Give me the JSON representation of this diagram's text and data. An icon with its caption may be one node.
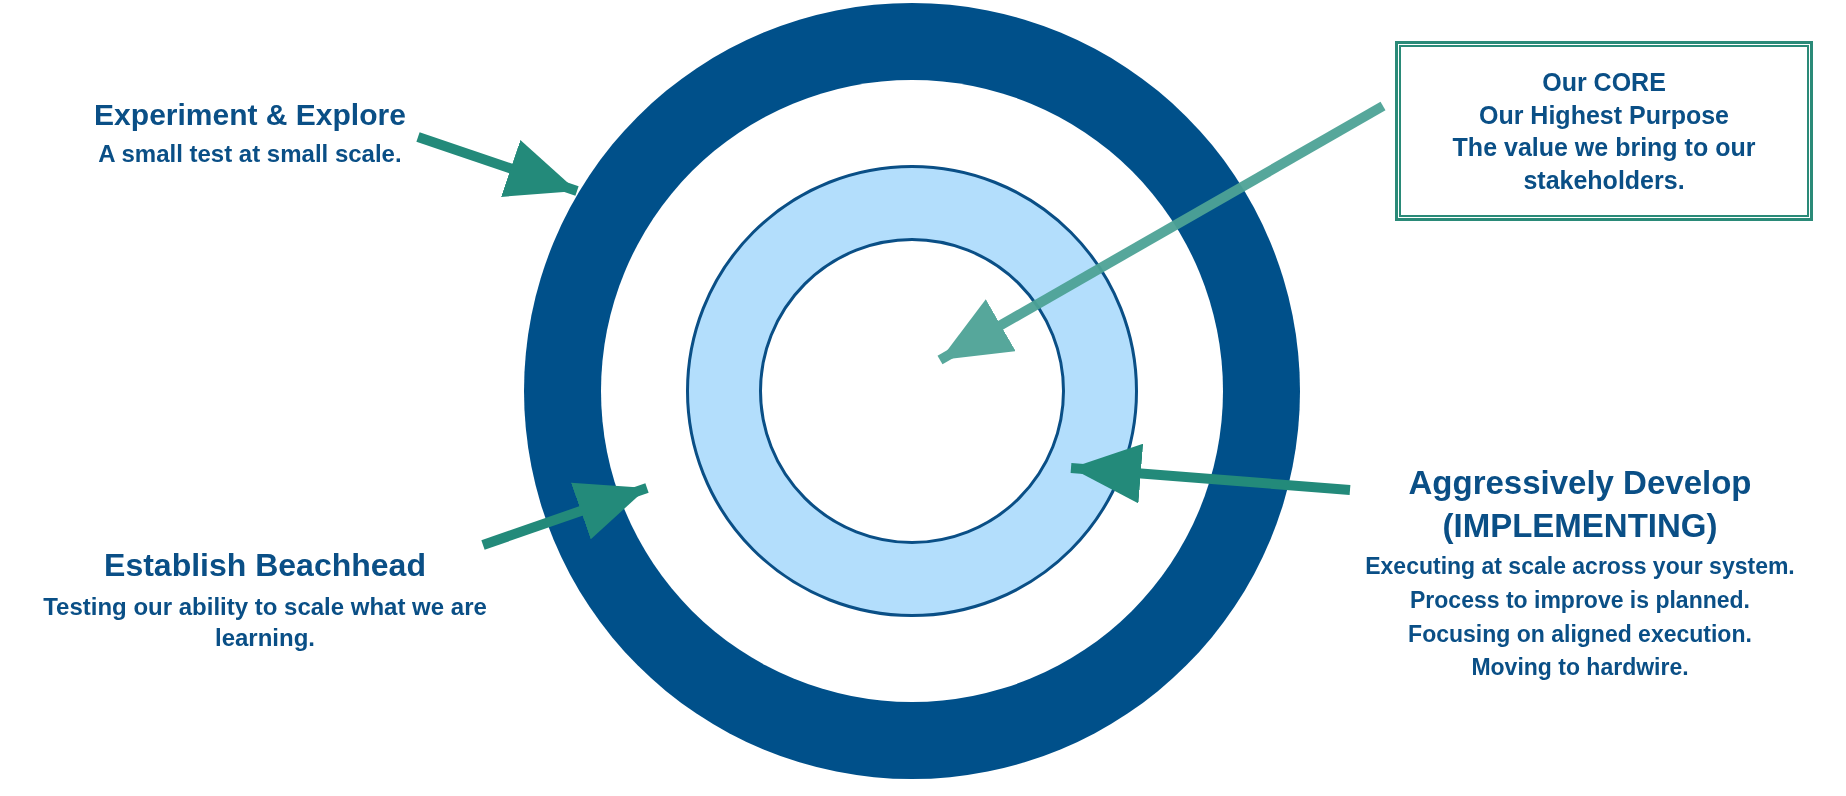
{
  "diagram": {
    "nodes": [
      {
        "text": [
          "Experiment & Explore",
          "A small test at small scale."
        ]
      },
      {
        "text": [],
        "shape": "circle"
      },
      {
        "text": [],
        "shape": "circle",
        "in": 1
      },
      {
        "text": [],
        "shape": "circle",
        "in": 2
      },
      {
        "text": [],
        "shape": "circle",
        "in": 3
      },
      {
        "text": [
          "Our CORE",
          "Our Highest Purpose",
          "The value we bring to our stakeholders."
        ]
      },
      {
        "text": [
          "Establish Beachhead",
          "Testing our ability to scale what we are learning."
        ]
      },
      {
        "text": [
          "Aggressively Develop (IMPLEMENTING)",
          "Executing at scale across your system.",
          "Process to improve is planned.",
          "Focusing on aligned execution.",
          "Moving to hardwire."
        ]
      }
    ],
    "edges": [
      {
        "from": 0,
        "to": 1,
        "arrow": "to"
      },
      {
        "from": 5,
        "to": 4,
        "arrow": "to",
        "color": "#4da396"
      },
      {
        "from": 6,
        "to": 2,
        "arrow": "to"
      },
      {
        "from": 7,
        "to": 3,
        "arrow": "to"
      }
    ]
  }
}
